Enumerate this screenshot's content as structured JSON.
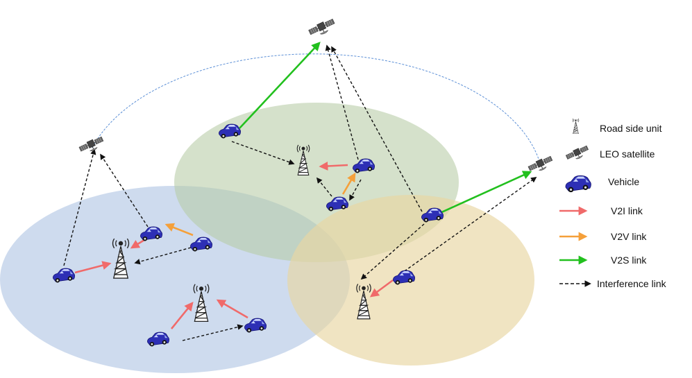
{
  "legend": {
    "rsu": "Road side unit",
    "satellite": "LEO satellite",
    "vehicle": "Vehicle",
    "v2i": "V2I link",
    "v2v": "V2V link",
    "v2s": "V2S link",
    "interference": "Interference link"
  },
  "colors": {
    "v2i": "#f06a6a",
    "v2v": "#f5a03a",
    "v2s": "#22c01e",
    "interference": "#111111",
    "orbit": "#5b8fd6",
    "cell_blue": "#aac1e2",
    "cell_green": "#b7cca6",
    "cell_tan": "#e8d6a3",
    "vehicle_body": "#2d2fb5"
  },
  "icons": {
    "rsu": "radio-tower-icon",
    "satellite": "satellite-icon",
    "vehicle": "car-icon"
  }
}
